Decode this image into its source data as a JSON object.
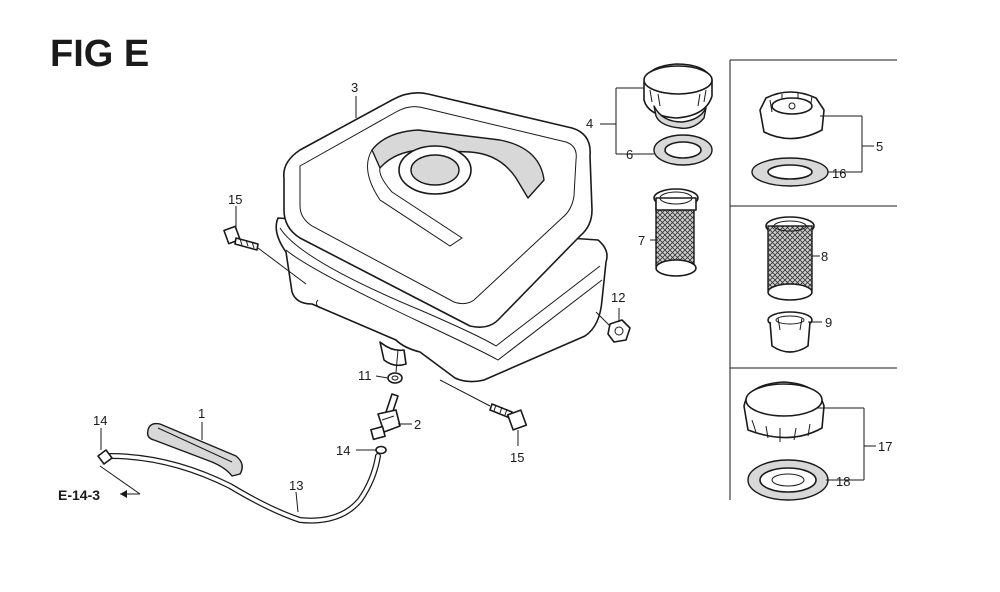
{
  "figure": {
    "title": "FIG E"
  },
  "reference": {
    "label": "E-14-3"
  },
  "callouts": {
    "c1": "1",
    "c2": "2",
    "c3": "3",
    "c4": "4",
    "c5": "5",
    "c6": "6",
    "c7": "7",
    "c8": "8",
    "c9": "9",
    "c11": "11",
    "c12": "12",
    "c13": "13",
    "c14a": "14",
    "c14b": "14",
    "c15a": "15",
    "c15b": "15",
    "c16": "16",
    "c17": "17",
    "c18": "18"
  }
}
